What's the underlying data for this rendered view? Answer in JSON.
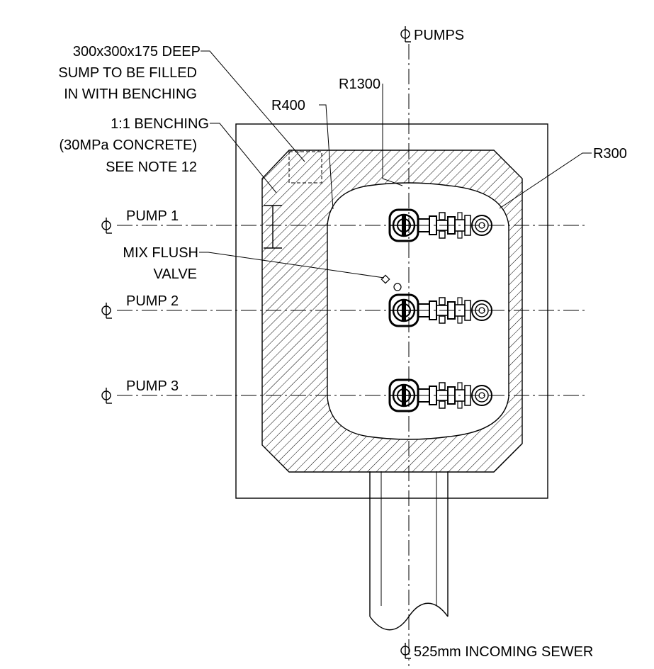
{
  "labels": {
    "cl_pumps": "PUMPS",
    "sump_line1": "300x300x175 DEEP",
    "sump_line2": "SUMP TO BE FILLED",
    "sump_line3": "IN WITH BENCHING",
    "r1300": "R1300",
    "r400": "R400",
    "r300": "R300",
    "bench_line1": "1:1 BENCHING",
    "bench_line2": "(30MPa CONCRETE)",
    "bench_line3": "SEE NOTE 12",
    "pump1": "PUMP 1",
    "pump2": "PUMP 2",
    "pump3": "PUMP 3",
    "mix_line1": "MIX FLUSH",
    "mix_line2": "VALVE",
    "cl_sewer": "525mm INCOMING SEWER"
  },
  "symbols": {
    "centerline": "centerline-symbol"
  }
}
